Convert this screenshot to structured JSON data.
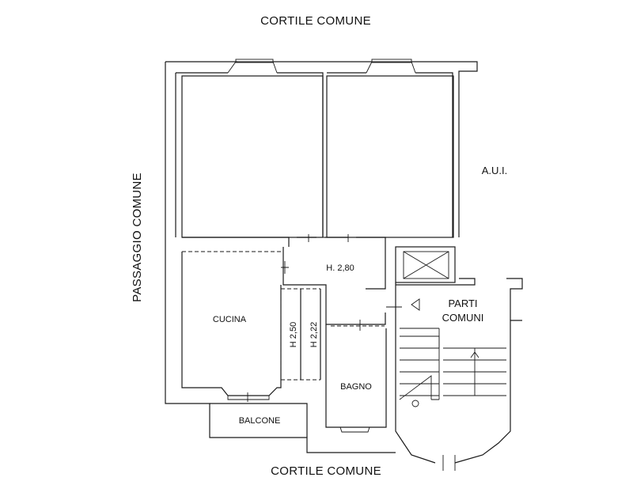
{
  "labels": {
    "cortile_top": "CORTILE COMUNE",
    "cortile_bottom": "CORTILE COMUNE",
    "passaggio": "PASSAGGIO COMUNE",
    "aui": "A.U.I.",
    "height_hall": "H. 2,80",
    "cucina": "CUCINA",
    "h250": "H 2,50",
    "h222": "H 2,22",
    "bagno": "BAGNO",
    "balcone": "BALCONE",
    "parti_line1": "PARTI",
    "parti_line2": "COMUNI"
  }
}
